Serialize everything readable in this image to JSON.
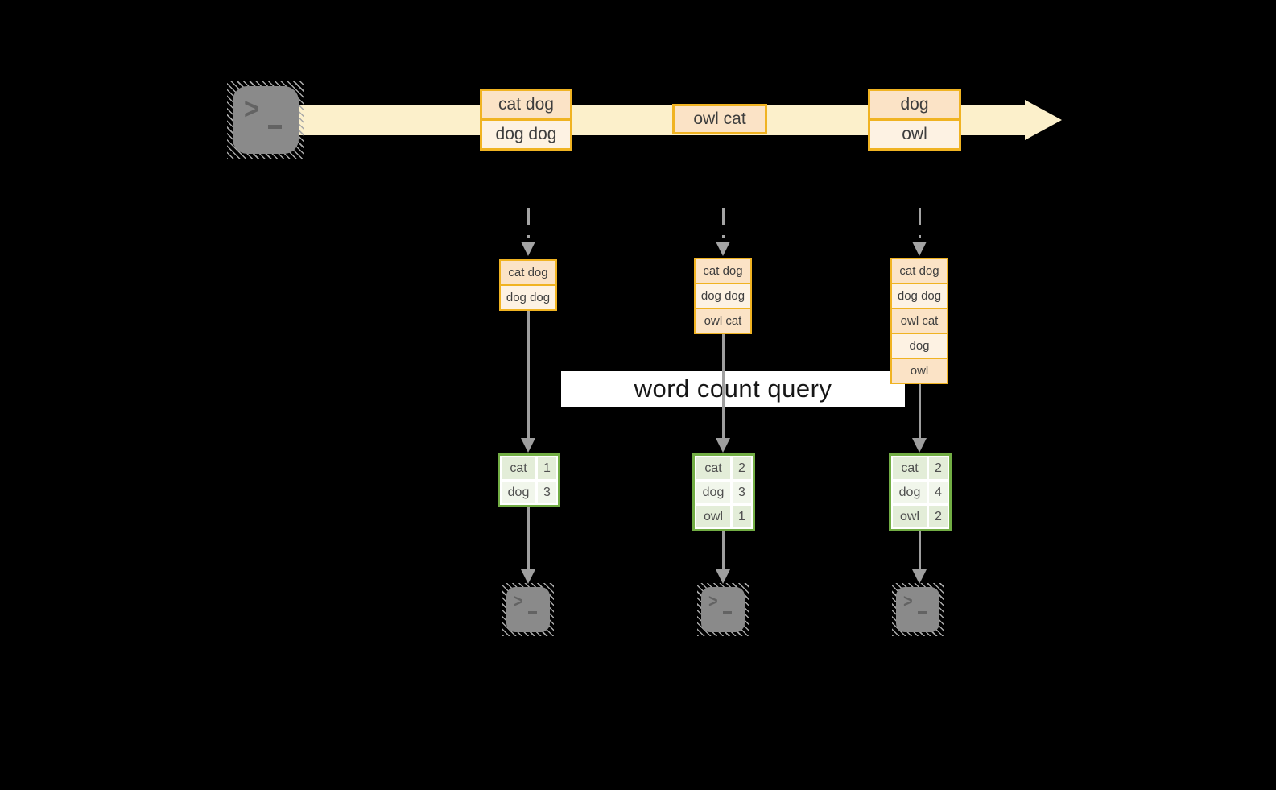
{
  "query": {
    "label": "word count query"
  },
  "stream": {
    "batches": [
      {
        "rows": [
          "cat dog",
          "dog dog"
        ]
      },
      {
        "rows": [
          "owl cat"
        ]
      },
      {
        "rows": [
          "dog",
          "owl"
        ]
      }
    ]
  },
  "columns": [
    {
      "stack": [
        "cat dog",
        "dog dog"
      ],
      "table": {
        "rows": [
          {
            "word": "cat",
            "count": "1"
          },
          {
            "word": "dog",
            "count": "3"
          }
        ]
      }
    },
    {
      "stack": [
        "cat dog",
        "dog dog",
        "owl cat"
      ],
      "table": {
        "rows": [
          {
            "word": "cat",
            "count": "2"
          },
          {
            "word": "dog",
            "count": "3"
          },
          {
            "word": "owl",
            "count": "1"
          }
        ]
      }
    },
    {
      "stack": [
        "cat dog",
        "dog dog",
        "owl cat",
        "dog",
        "owl"
      ],
      "table": {
        "rows": [
          {
            "word": "cat",
            "count": "2"
          },
          {
            "word": "dog",
            "count": "4"
          },
          {
            "word": "owl",
            "count": "2"
          }
        ]
      }
    }
  ],
  "icons": {
    "source_terminal": "terminal-prompt-icon",
    "output_terminal": "terminal-prompt-icon"
  },
  "colors": {
    "background": "#000000",
    "stream_band": "#fcf0cb",
    "orange_border": "#f0b322",
    "peach_fill_dark": "#fbe3c6",
    "peach_fill_light": "#fdf2e3",
    "green_border": "#72ad44",
    "green_fill": "#e3edd8",
    "green_fill_light": "#f1f6eb",
    "arrow_gray": "#9e9e9e",
    "terminal_gray": "#8a8a8a",
    "banner_bg": "#ffffff"
  }
}
